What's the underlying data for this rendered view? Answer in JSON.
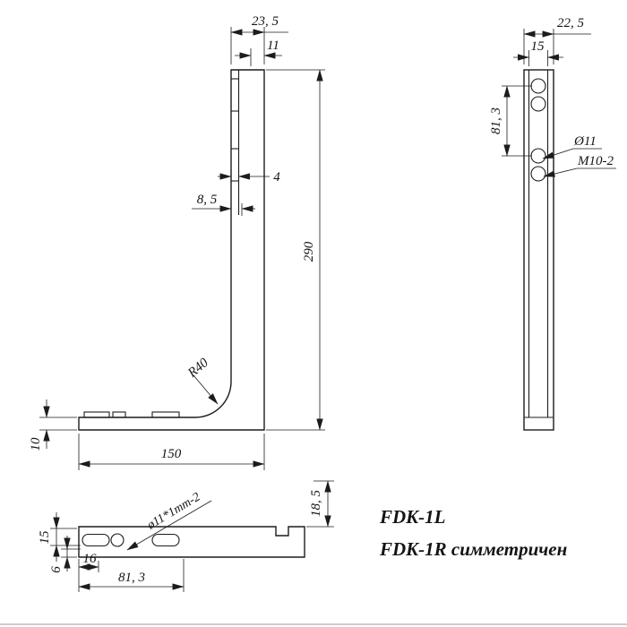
{
  "colors": {
    "ink": "#1c1c1e",
    "background": "#ffffff"
  },
  "drawing": {
    "side_view": {
      "dim_top_width": "23, 5",
      "dim_top_inner": "11",
      "dim_wall": "4",
      "dim_offset": "8, 5",
      "dim_height": "290",
      "dim_fillet": "R40",
      "dim_base_length": "150",
      "dim_base_thickness": "10"
    },
    "edge_view": {
      "dim_top_width": "22, 5",
      "dim_inner_width": "15",
      "dim_hole_span": "81, 3",
      "label_hole_dia": "Ø11",
      "label_thread": "M10-2"
    },
    "top_view": {
      "label_slot_note": "ø11*1mm-2",
      "dim_width": "15",
      "dim_edge": "6",
      "dim_slot_offset": "16",
      "dim_slot_span": "81, 3",
      "dim_end": "18, 5"
    },
    "notes": {
      "model_left": "FDK-1L",
      "model_right": "FDK-1R симметричен"
    }
  }
}
